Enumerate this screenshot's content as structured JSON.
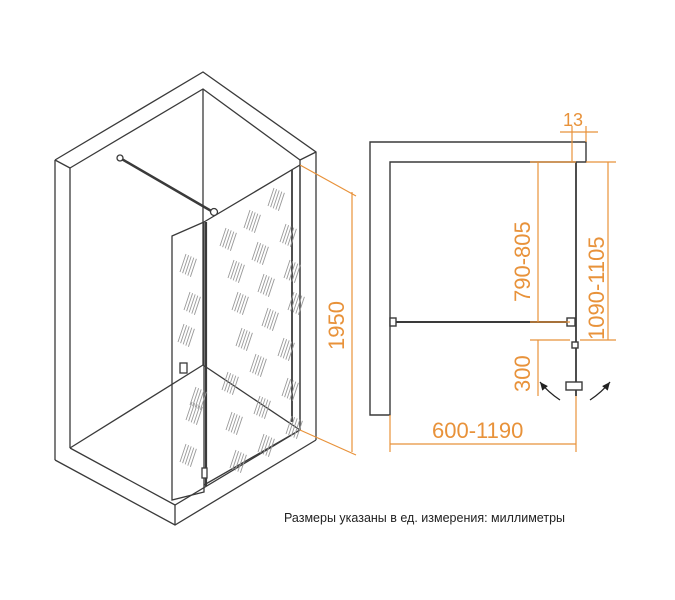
{
  "colors": {
    "line": "#3a3a3a",
    "dimension": "#e8923a",
    "background": "#ffffff"
  },
  "dimensions": {
    "height": "1950",
    "wall_thickness": "13",
    "fixed_panel_width": "790-805",
    "total_depth": "1090-1105",
    "door_swing": "300",
    "enclosure_width": "600-1190"
  },
  "note": "Размеры указаны в ед. измерения: миллиметры"
}
